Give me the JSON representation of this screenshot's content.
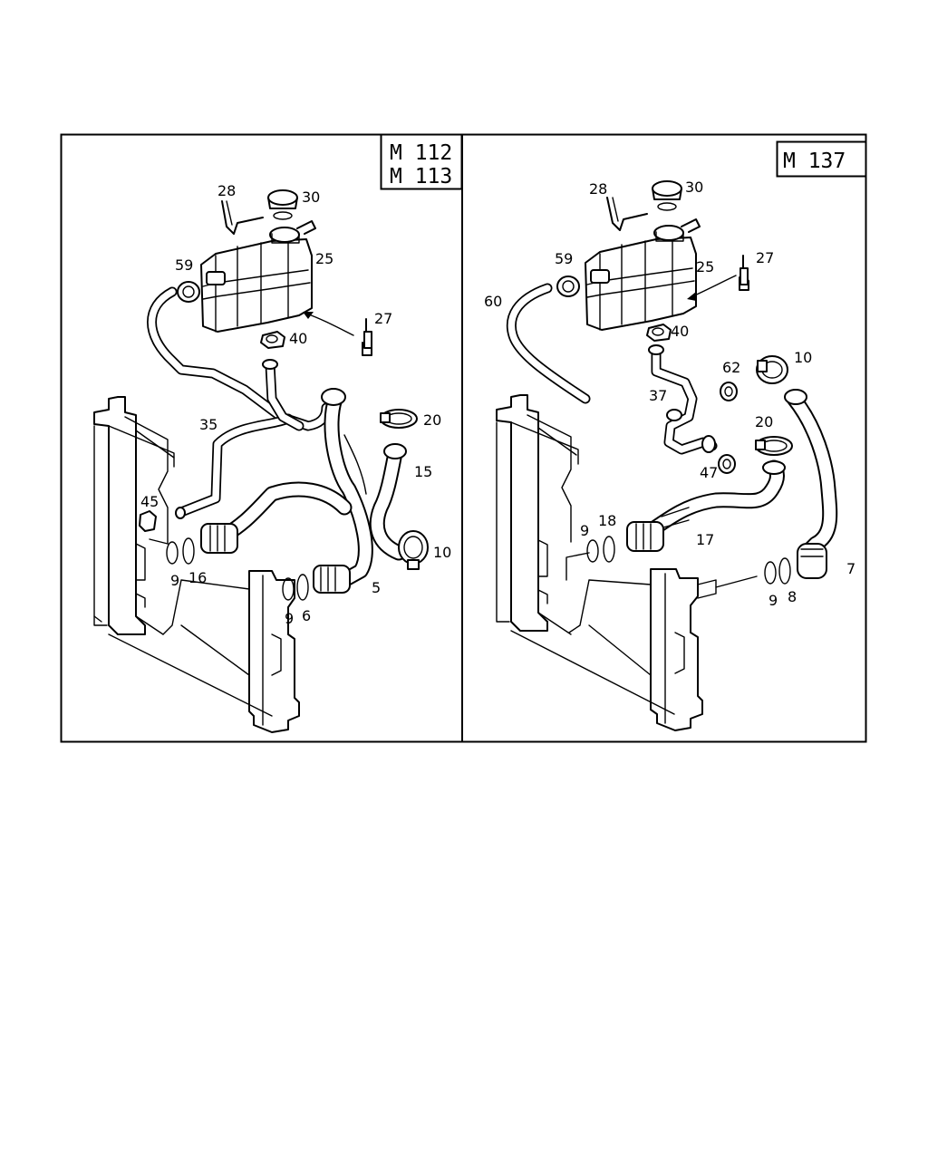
{
  "panels": [
    {
      "engine_lines": [
        "M 112",
        "M 113"
      ],
      "callouts": [
        "28",
        "30",
        "59",
        "25",
        "27",
        "40",
        "35",
        "20",
        "15",
        "45",
        "10",
        "9",
        "16",
        "9",
        "6",
        "5"
      ]
    },
    {
      "engine_lines": [
        "M 137"
      ],
      "callouts": [
        "28",
        "30",
        "59",
        "27",
        "25",
        "60",
        "40",
        "10",
        "62",
        "37",
        "20",
        "47",
        "9",
        "18",
        "17",
        "7",
        "9",
        "8"
      ]
    }
  ]
}
